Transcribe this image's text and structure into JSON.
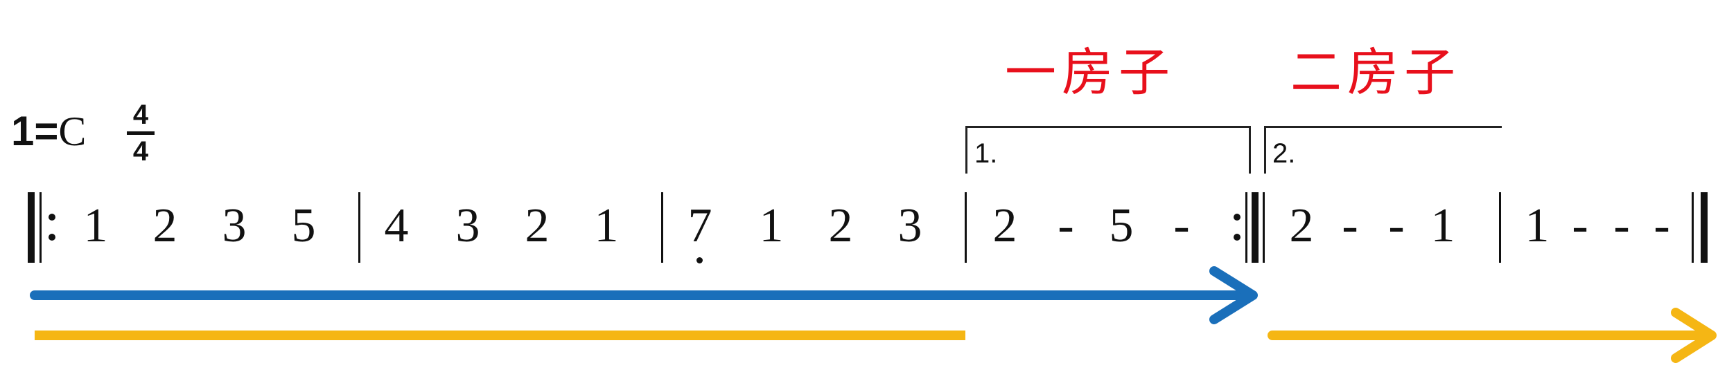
{
  "key_signature": {
    "tonic_number": "1",
    "equals": "=",
    "key": "C"
  },
  "time_signature": {
    "top": "4",
    "bottom": "4"
  },
  "endings": [
    {
      "label": "一房子",
      "bracket_number": "1."
    },
    {
      "label": "二房子",
      "bracket_number": "2."
    }
  ],
  "measures": [
    {
      "notes": [
        "1",
        "2",
        "3",
        "5"
      ]
    },
    {
      "notes": [
        "4",
        "3",
        "2",
        "1"
      ]
    },
    {
      "notes": [
        "7",
        "1",
        "2",
        "3"
      ],
      "low_octave_note_index": 0
    },
    {
      "notes": [
        "2",
        "-",
        "5",
        "-"
      ],
      "ending": 1
    },
    {
      "notes": [
        "2",
        "-",
        "-",
        "1"
      ],
      "ending": 2
    },
    {
      "notes": [
        "1",
        "-",
        "-",
        "-"
      ]
    }
  ],
  "colors": {
    "ending_label": "#e8101c",
    "first_pass_arrow": "#1a6fba",
    "second_pass_arrow": "#f5b614",
    "notation": "#111111"
  },
  "icons": {
    "first_pass_arrow": "arrow-right-icon",
    "second_pass_arrow": "arrow-right-icon"
  }
}
